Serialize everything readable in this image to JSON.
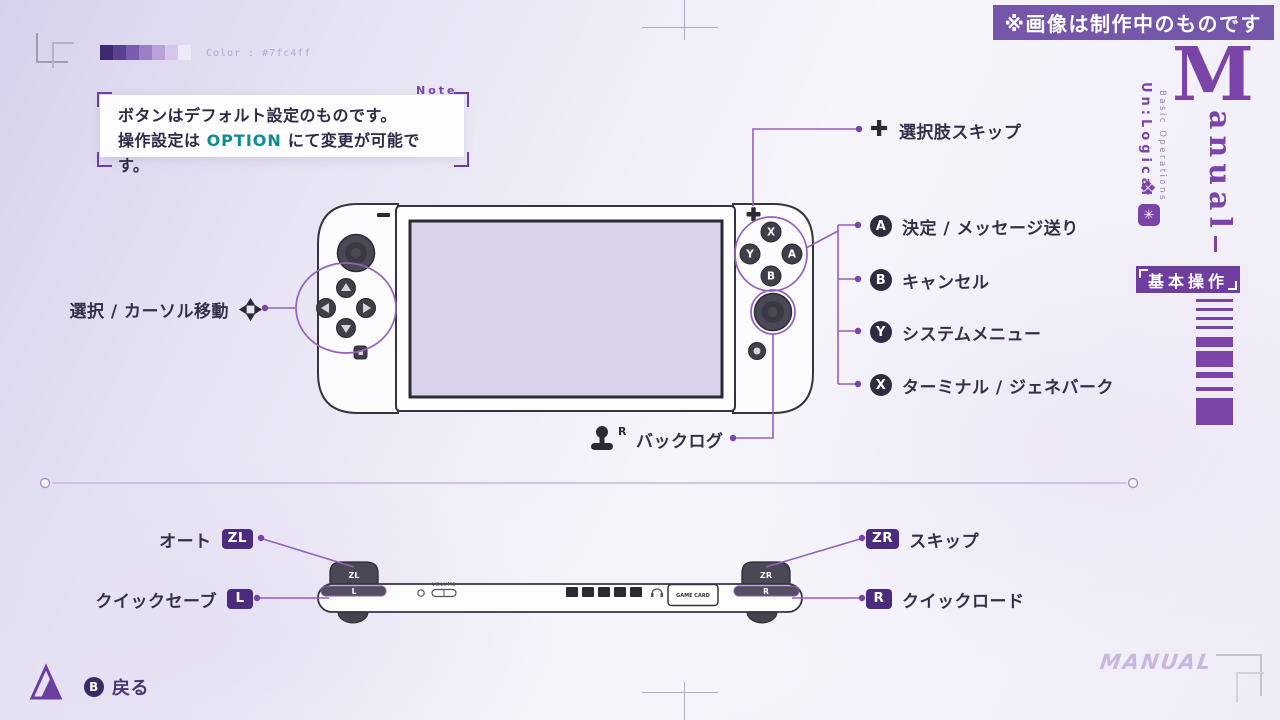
{
  "notice": "※画像は制作中のものです",
  "swatch": {
    "label": "Color : #7fc4ff"
  },
  "note": {
    "tag": "Note",
    "line1": "ボタンはデフォルト設定のものです。",
    "line2_pre": "操作設定は ",
    "line2_em": "OPTION",
    "line2_post": " にて変更が可能です。"
  },
  "callouts": {
    "plus": {
      "icon": "✚",
      "text": "選択肢スキップ"
    },
    "a": {
      "button": "A",
      "text": "決定 / メッセージ送り"
    },
    "b": {
      "button": "B",
      "text": "キャンセル"
    },
    "y": {
      "button": "Y",
      "text": "システムメニュー"
    },
    "x": {
      "button": "X",
      "text": "ターミナル / ジェネバーク"
    },
    "dpad": {
      "text": "選択 / カーソル移動"
    },
    "rstick": {
      "sup": "R",
      "text": "バックログ"
    },
    "zl": {
      "badge": "ZL",
      "text": "オート"
    },
    "l": {
      "badge": "L",
      "text": "クイックセーブ"
    },
    "zr": {
      "badge": "ZR",
      "text": "スキップ"
    },
    "r": {
      "badge": "R",
      "text": "クイックロード"
    },
    "back": {
      "button": "B",
      "text": "戻る"
    }
  },
  "console": {
    "buttons": {
      "a": "A",
      "b": "B",
      "x": "X",
      "y": "Y"
    },
    "shoulders": {
      "zl": "ZL",
      "zr": "ZR",
      "l": "L",
      "r": "R"
    },
    "volume": "VOLUME",
    "game_card": "GAME CARD"
  },
  "sidebar": {
    "title_initial": "M",
    "title_rest": "anual",
    "series": "Un:Logical",
    "series_sub": "Basic Operations",
    "section": "基本操作",
    "watermark": "MANUAL"
  },
  "icons": {
    "diamond_cluster": "❖",
    "burst": "✳"
  },
  "colors": {
    "accent": "#7b44a8",
    "connector": "#9361bd",
    "dark_button": "#2e2c3e",
    "badge_bg": "#4b2b7e",
    "text": "#33304a",
    "option_teal": "#0d8c94",
    "notice_bg": "#7456aa"
  }
}
